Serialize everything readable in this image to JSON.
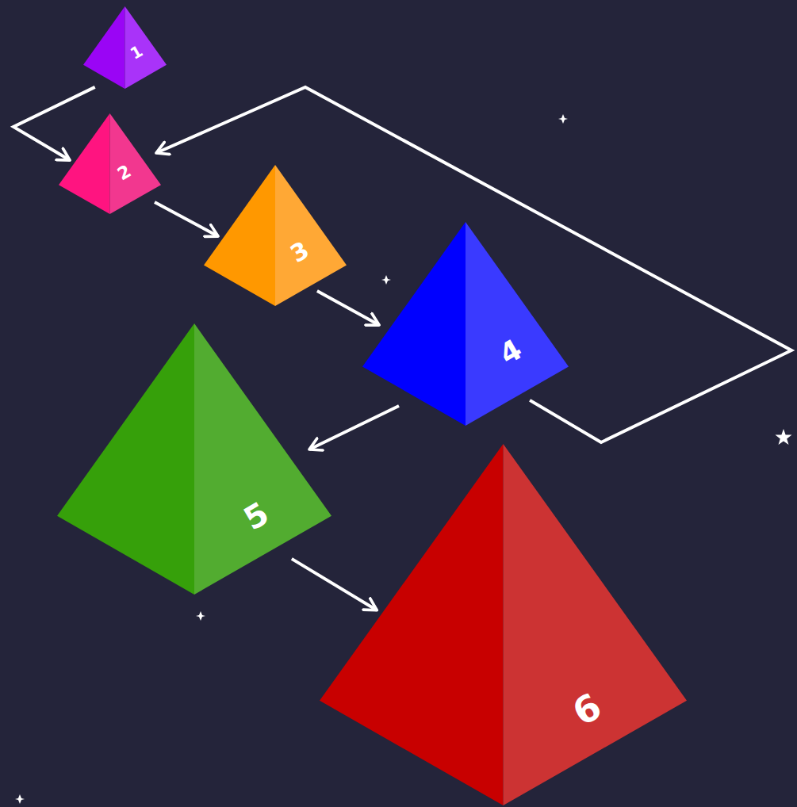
{
  "diagram": {
    "nodes": [
      {
        "text": [
          "1"
        ]
      },
      {
        "text": [
          "2"
        ]
      },
      {
        "text": [
          "3"
        ]
      },
      {
        "text": [
          "4"
        ]
      },
      {
        "text": [
          "5"
        ]
      },
      {
        "text": [
          "6"
        ]
      }
    ],
    "edges": [
      {
        "from": 0,
        "to": 1,
        "arrow": "to"
      },
      {
        "from": 1,
        "to": 2,
        "arrow": "to"
      },
      {
        "from": 2,
        "to": 3,
        "arrow": "to"
      },
      {
        "from": 3,
        "to": 4,
        "arrow": "to"
      },
      {
        "from": 3,
        "to": 1,
        "arrow": "to"
      },
      {
        "from": 4,
        "to": 5,
        "arrow": "to"
      }
    ]
  }
}
